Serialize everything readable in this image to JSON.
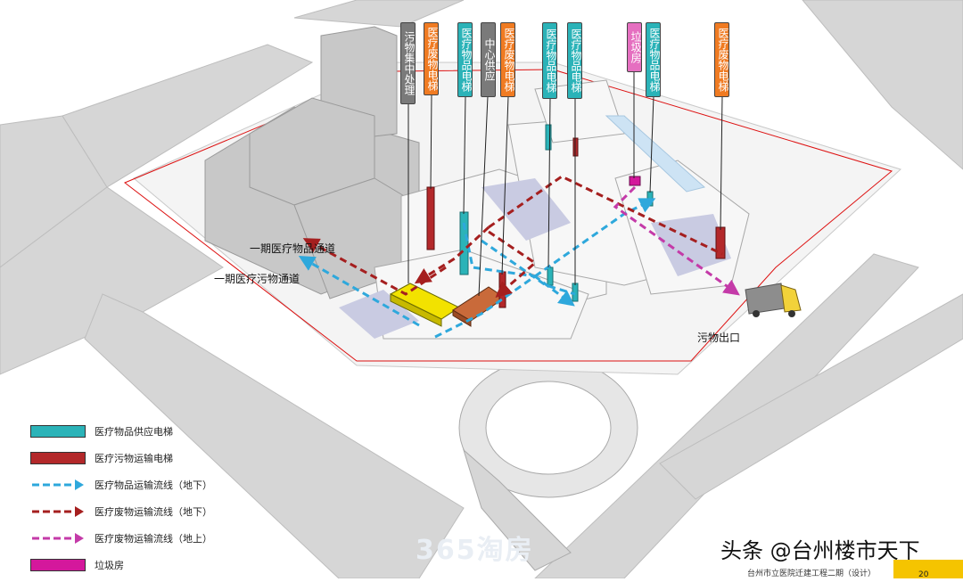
{
  "colors": {
    "supply_elevator": "#2bb3b8",
    "waste_elevator": "#b3282a",
    "supply_flow": "#2ea8dc",
    "waste_flow_underground": "#a51f1f",
    "waste_flow_ground": "#c43aa8",
    "garbage_room": "#d4189c",
    "collection_point": "#f2e200",
    "label_gray": "#7a7a7a",
    "label_orange": "#f07b22",
    "label_teal": "#2bb3b8",
    "label_pink": "#e56fc0"
  },
  "labels": {
    "waste_collection": "污物集中处理",
    "medical_waste_elevator": "医疗废物电梯",
    "medical_supply_elevator": "医疗物品电梯",
    "central_supply": "中心供应",
    "garbage_room": "垃圾房"
  },
  "paths": {
    "phase1_supply": "一期医疗物品通道",
    "phase1_waste": "一期医疗污物通道",
    "waste_exit": "污物出口"
  },
  "legend": [
    {
      "kind": "swatch",
      "color": "#2bb3b8",
      "text": "医疗物品供应电梯"
    },
    {
      "kind": "swatch",
      "color": "#b3282a",
      "text": "医疗污物运输电梯"
    },
    {
      "kind": "arrow",
      "color": "#2ea8dc",
      "text": "医疗物品运输流线（地下）"
    },
    {
      "kind": "arrow",
      "color": "#a51f1f",
      "text": "医疗废物运输流线（地下）"
    },
    {
      "kind": "arrow",
      "color": "#c43aa8",
      "text": "医疗废物运输流线（地上）"
    },
    {
      "kind": "swatch",
      "color": "#d4189c",
      "text": "垃圾房"
    }
  ],
  "footer": {
    "caption": "台州市立医院迁建工程二期（设计）",
    "page": "20"
  },
  "credit": "头条 @台州楼市天下",
  "watermark": "365淘房"
}
